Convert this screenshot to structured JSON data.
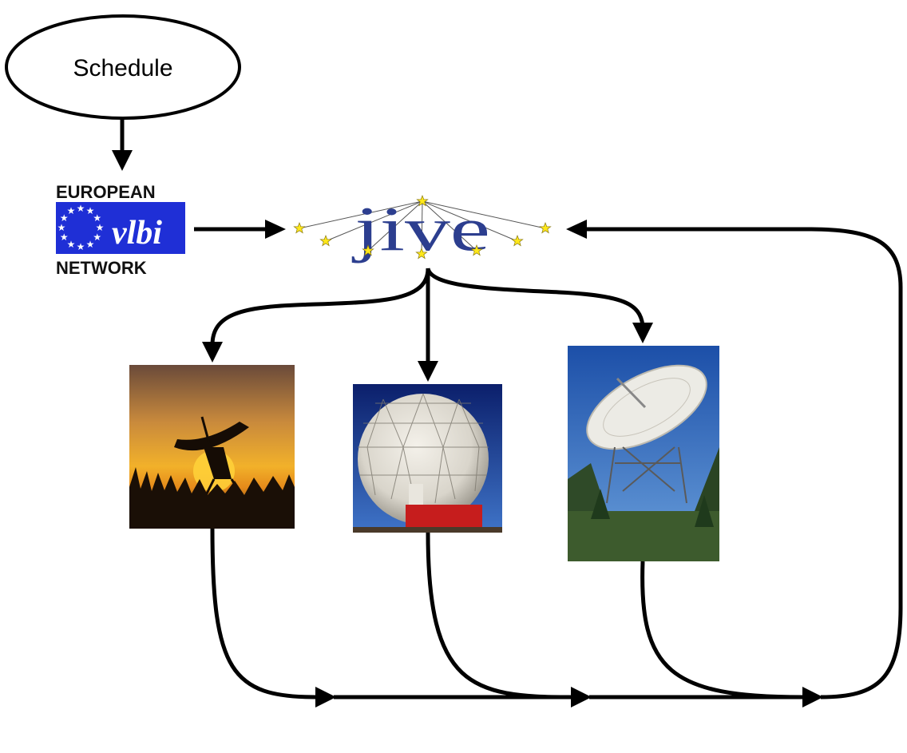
{
  "schedule": {
    "label": "Schedule"
  },
  "evn_logo": {
    "top_text": "EUROPEAN",
    "middle_text": "vlbi",
    "bottom_text": "NETWORK"
  },
  "jive_logo": {
    "text": "jive"
  },
  "telescopes": [
    {
      "id": "sunset-dish"
    },
    {
      "id": "radome"
    },
    {
      "id": "effelsberg-dish"
    }
  ],
  "colors": {
    "arrow": "#000000",
    "evn_blue": "#1f2fd6",
    "jive_blue": "#2c3e8f",
    "star_yellow": "#ffe81a",
    "sky_blue": "#2b66b8"
  }
}
